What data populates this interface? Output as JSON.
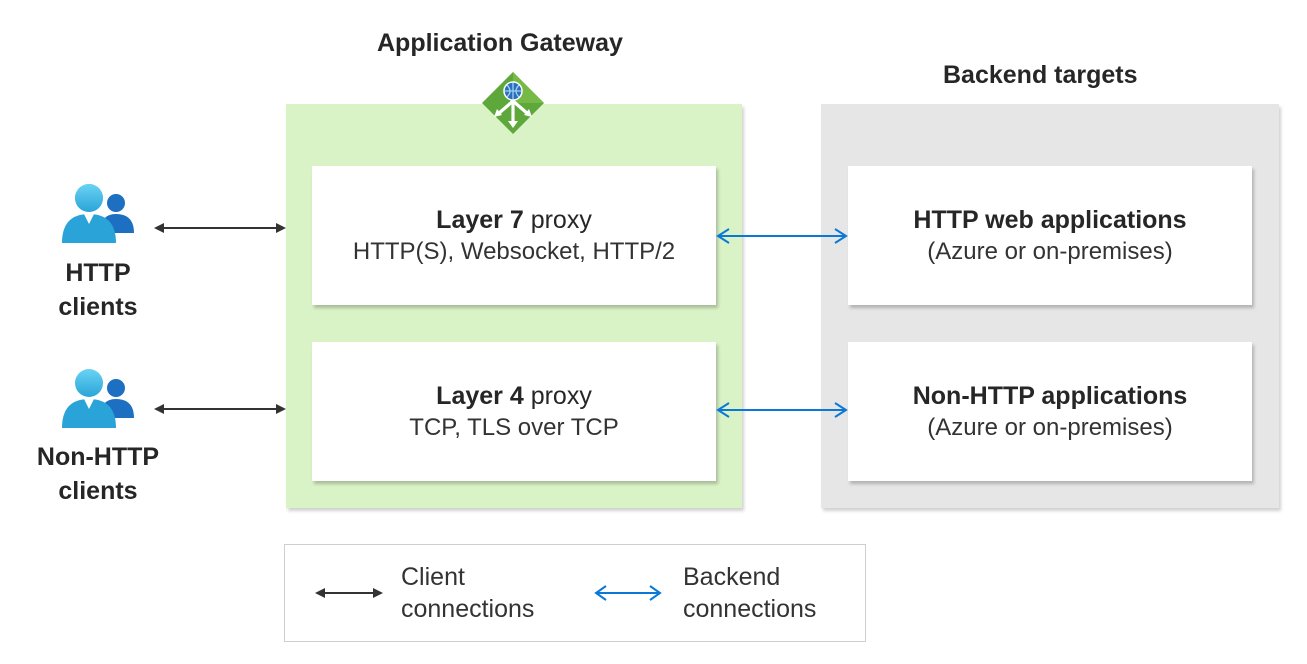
{
  "gateway": {
    "title": "Application Gateway",
    "icon": "application-gateway-icon",
    "color": "#d9f2c6",
    "layer7": {
      "title_bold": "Layer 7",
      "title_light": "proxy",
      "protocols": "HTTP(S), Websocket, HTTP/2"
    },
    "layer4": {
      "title_bold": "Layer 4",
      "title_light": "proxy",
      "protocols": "TCP, TLS over TCP"
    }
  },
  "backend": {
    "title": "Backend targets",
    "color": "#e6e6e6",
    "http": {
      "title": "HTTP web applications",
      "subtitle": "(Azure or on-premises)"
    },
    "nonhttp": {
      "title": "Non-HTTP applications",
      "subtitle": "(Azure or on-premises)"
    }
  },
  "clients": {
    "http": {
      "line1": "HTTP",
      "line2": "clients"
    },
    "nonhttp": {
      "line1": "Non-HTTP",
      "line2": "clients"
    }
  },
  "legend": {
    "client": {
      "line1": "Client",
      "line2": "connections",
      "color": "#333333"
    },
    "backend": {
      "line1": "Backend",
      "line2": "connections",
      "color": "#0a78d7"
    }
  }
}
